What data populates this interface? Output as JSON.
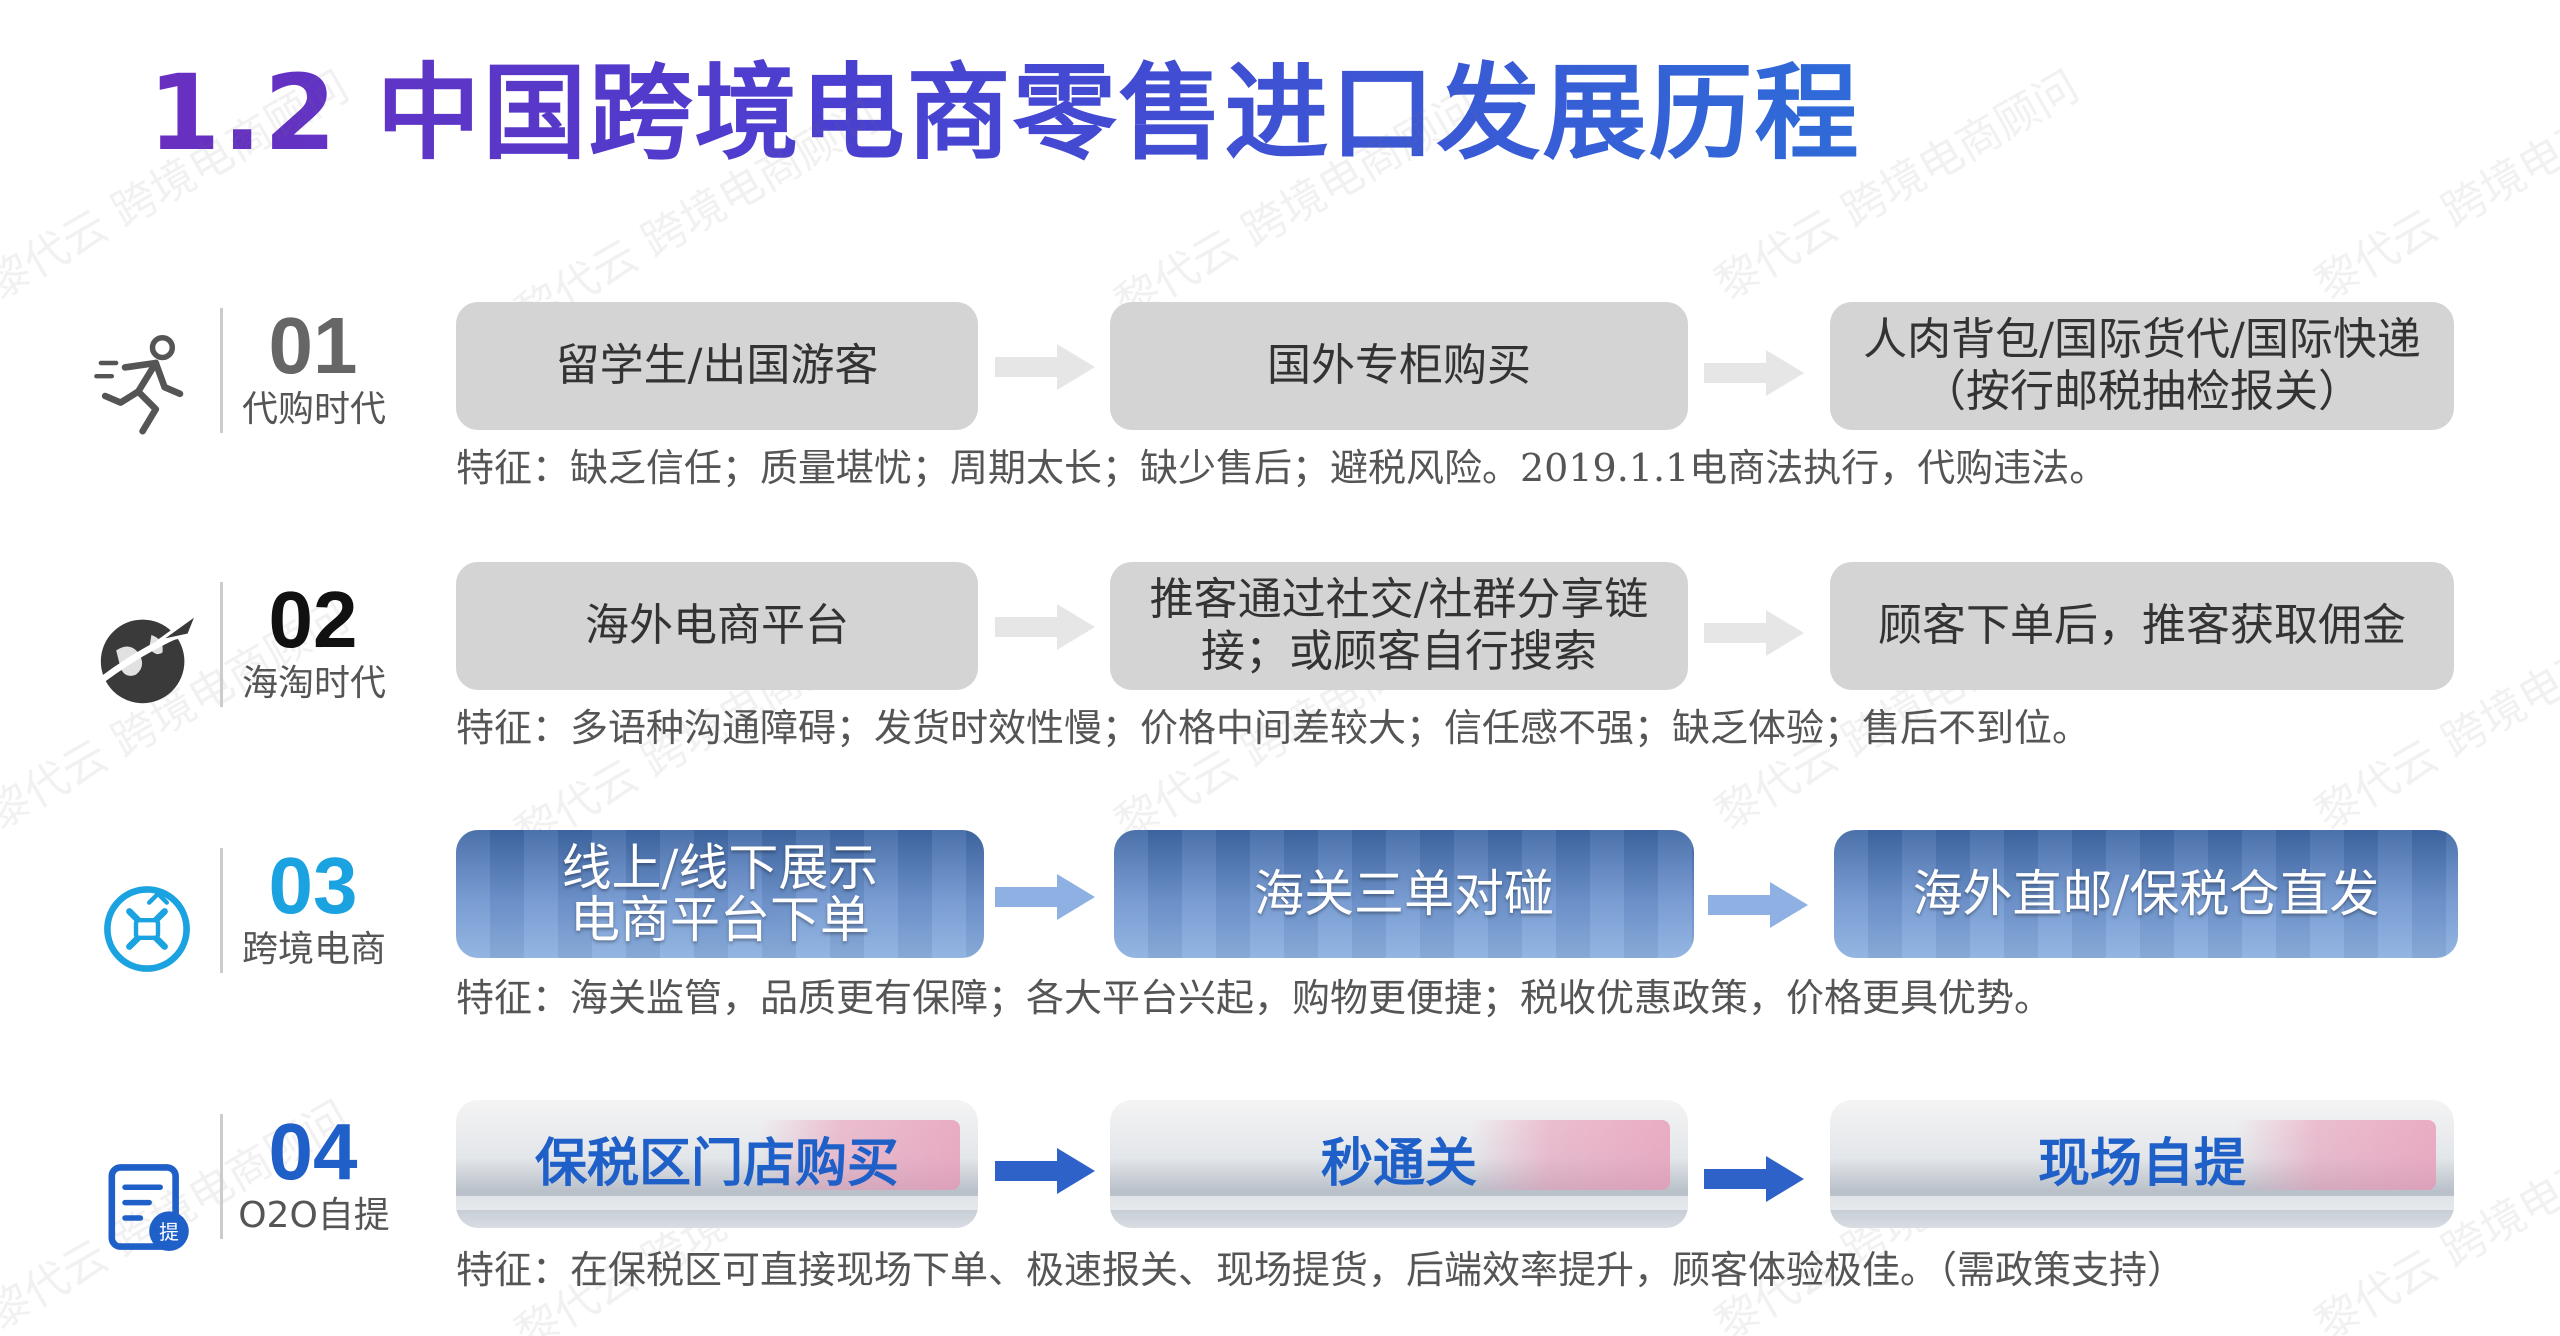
{
  "title": "1.2 中国跨境电商零售进口发展历程",
  "watermark": "黎代云 跨境电商顾问",
  "eras": [
    {
      "num": "01",
      "name": "代购时代",
      "num_color": "#666666",
      "icon": "running-man-icon",
      "steps": [
        "留学生/出国游客",
        "国外专柜购买",
        "人肉背包/国际货代/国际快递（按行邮税抽检报关）"
      ],
      "step_lines": [
        [
          "留学生/出国游客"
        ],
        [
          "国外专柜购买"
        ],
        [
          "人肉背包/国际货代/国际快递",
          "（按行邮税抽检报关）"
        ]
      ],
      "feature": "特征：缺乏信任；质量堪忧；周期太长；缺少售后；避税风险。2019.1.1电商法执行，代购违法。"
    },
    {
      "num": "02",
      "name": "海淘时代",
      "num_color": "#111111",
      "icon": "globe-plane-icon",
      "steps": [
        "海外电商平台",
        "推客通过社交/社群分享链接；或顾客自行搜索",
        "顾客下单后，推客获取佣金"
      ],
      "step_lines": [
        [
          "海外电商平台"
        ],
        [
          "推客通过社交/社群分享链",
          "接；或顾客自行搜索"
        ],
        [
          "顾客下单后，推客获取佣金"
        ]
      ],
      "feature": "特征：多语种沟通障碍；发货时效性慢；价格中间差较大；信任感不强；缺乏体验；售后不到位。"
    },
    {
      "num": "03",
      "name": "跨境电商",
      "num_color": "#1aa3e0",
      "icon": "cross-border-icon",
      "steps": [
        "线上/线下展示电商平台下单",
        "海关三单对碰",
        "海外直邮/保税仓直发"
      ],
      "step_lines": [
        [
          "线上/线下展示",
          "电商平台下单"
        ],
        [
          "海关三单对碰"
        ],
        [
          "海外直邮/保税仓直发"
        ]
      ],
      "feature": "特征：海关监管，品质更有保障；各大平台兴起，购物更便捷；税收优惠政策，价格更具优势。"
    },
    {
      "num": "04",
      "name": "O2O自提",
      "num_color": "#1f5fc8",
      "icon": "pickup-receipt-icon",
      "steps": [
        "保税区门店购买",
        "秒通关",
        "现场自提"
      ],
      "step_lines": [
        [
          "保税区门店购买"
        ],
        [
          "秒通关"
        ],
        [
          "现场自提"
        ]
      ],
      "feature": "特征：在保税区可直接现场下单、极速报关、现场提货，后端效率提升，顾客体验极佳。（需政策支持）"
    }
  ],
  "colors": {
    "gray_box": "#d4d4d4",
    "arrow_gray": "#e6e6e6",
    "arrow_blue_light": "#8fb0e3",
    "arrow_blue_dark": "#2f62c9",
    "icon_blue": "#1aa3e0",
    "icon_dark_blue": "#1f5fc8"
  }
}
